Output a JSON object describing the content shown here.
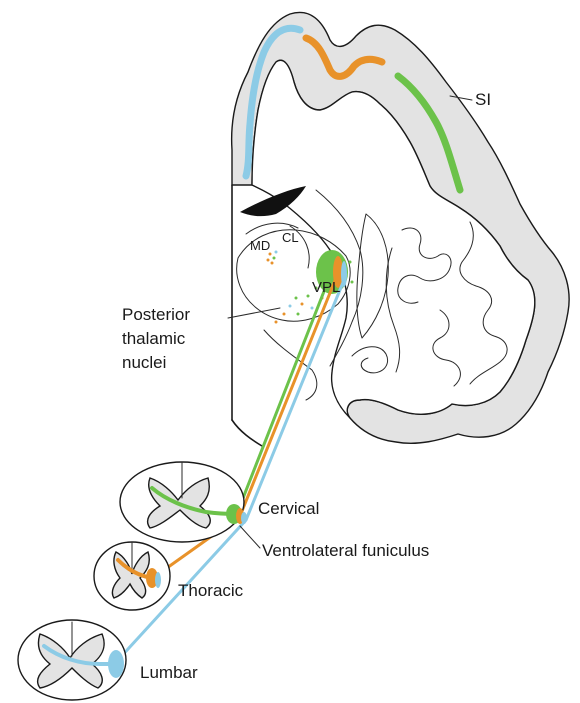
{
  "labels": {
    "si": "SI",
    "md": "MD",
    "cl": "CL",
    "vpl": "VPL",
    "posterior_line1": "Posterior",
    "posterior_line2": "thalamic",
    "posterior_line3": "nuclei",
    "cervical": "Cervical",
    "ventrolateral": "Ventrolateral funiculus",
    "thoracic": "Thoracic",
    "lumbar": "Lumbar"
  },
  "colors": {
    "cervical": "#6cc24a",
    "thoracic": "#e8922a",
    "lumbar": "#8ccbe6",
    "gray_matter": "#e3e3e3",
    "outline": "#1a1a1a"
  }
}
